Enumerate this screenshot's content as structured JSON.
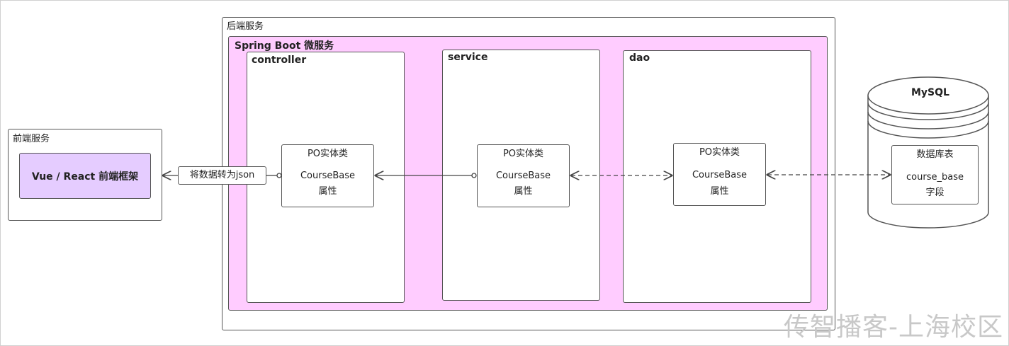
{
  "frontend": {
    "title": "前端服务",
    "framework": "Vue /  React 前端框架"
  },
  "backend": {
    "title": "后端服务"
  },
  "springboot": {
    "title": "Spring Boot 微服务"
  },
  "layers": {
    "controller": "controller",
    "service": "service",
    "dao": "dao"
  },
  "po": {
    "title": "PO实体类",
    "name": "CourseBase",
    "sub": "属性"
  },
  "mysql": {
    "title": "MySQL",
    "table_title": "数据库表",
    "table_name": "course_base",
    "table_sub": "字段"
  },
  "json_label": "将数据转为json",
  "watermark": "传智播客-上海校区"
}
